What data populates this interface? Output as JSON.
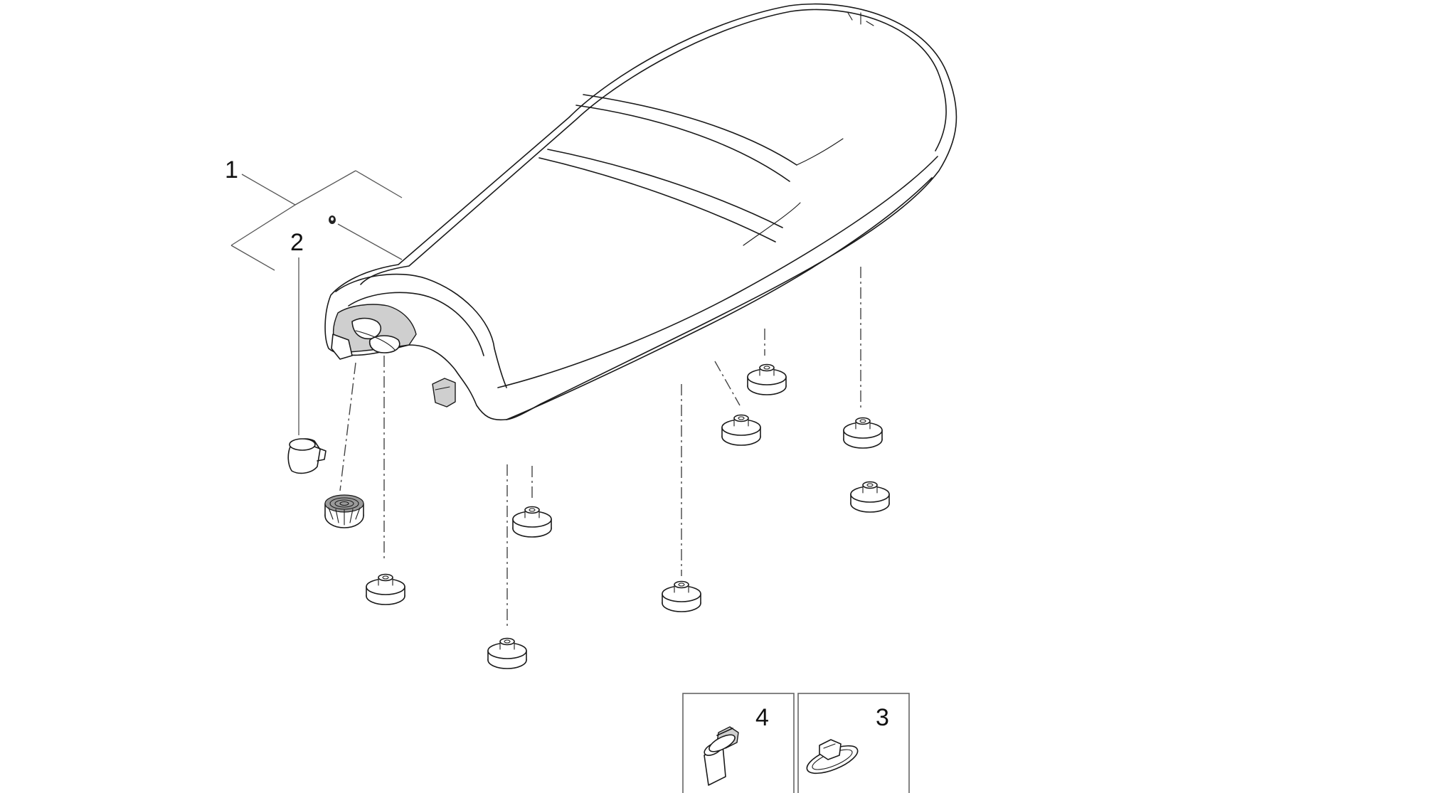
{
  "callouts": {
    "c1": "1",
    "c2": "2",
    "c3": "3",
    "c4": "4"
  },
  "icons": [
    "seat",
    "rubber-grommet",
    "rubber-bumper",
    "flanged-bolt",
    "clip-nut"
  ]
}
